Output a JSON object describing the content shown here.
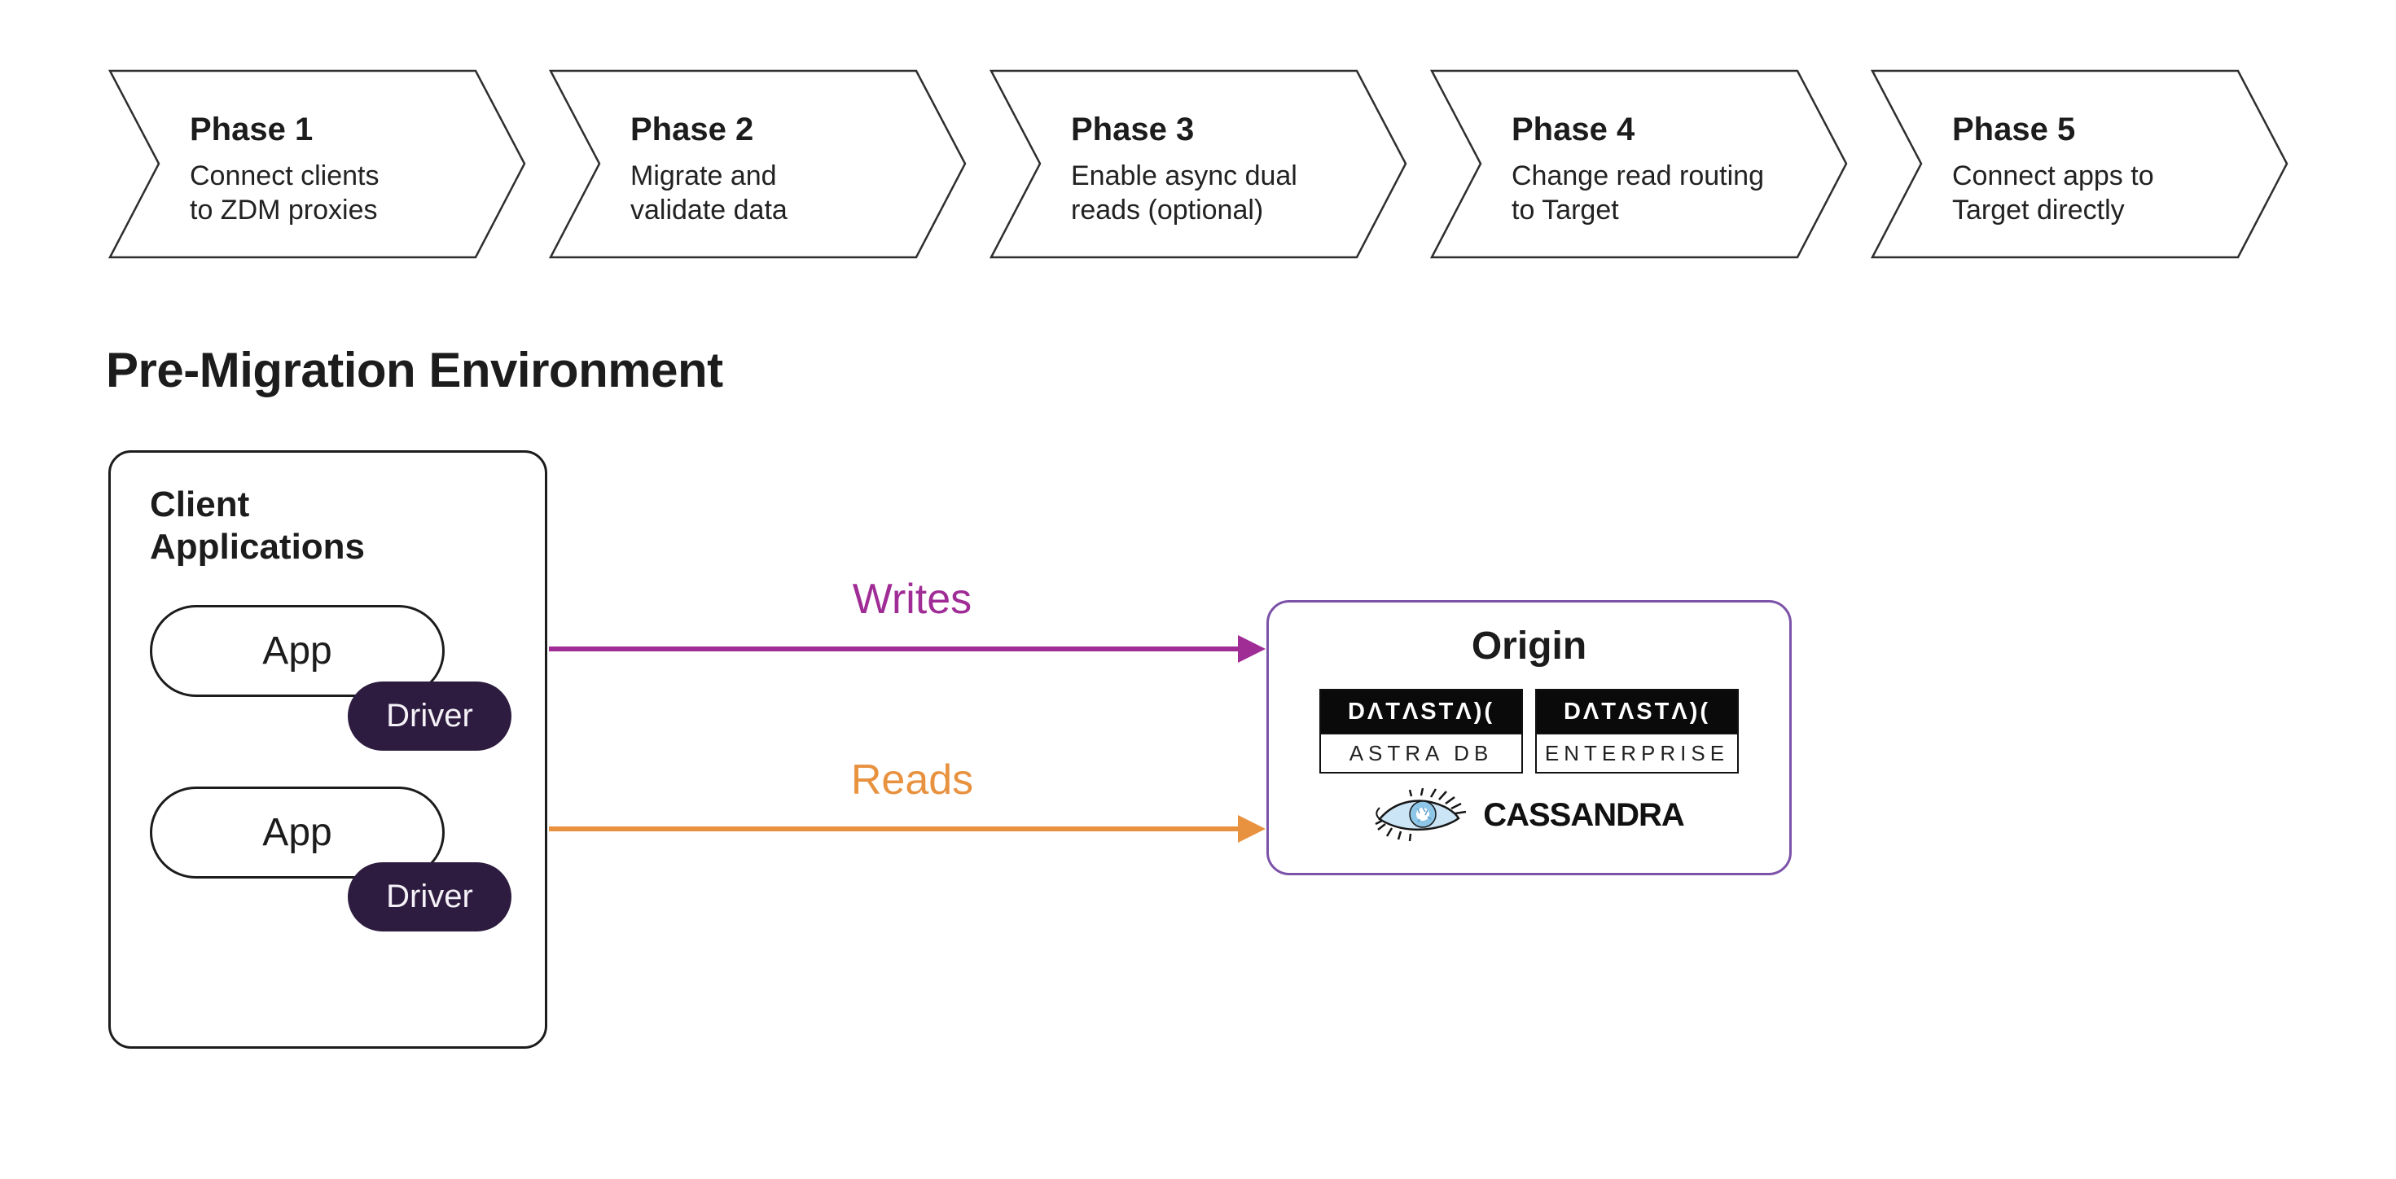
{
  "page": {
    "heading": "Pre-Migration Environment",
    "background": "#ffffff"
  },
  "phases": [
    {
      "title": "Phase 1",
      "lines": [
        "Connect clients",
        "to ZDM proxies"
      ]
    },
    {
      "title": "Phase 2",
      "lines": [
        "Migrate and",
        "validate data"
      ]
    },
    {
      "title": "Phase 3",
      "lines": [
        "Enable async dual",
        "reads (optional)"
      ]
    },
    {
      "title": "Phase 4",
      "lines": [
        "Change read routing",
        "to Target"
      ]
    },
    {
      "title": "Phase 5",
      "lines": [
        "Connect apps to",
        "Target directly"
      ]
    }
  ],
  "client_box": {
    "title_lines": [
      "Client",
      "Applications"
    ],
    "groups": [
      {
        "app_label": "App",
        "driver_label": "Driver"
      },
      {
        "app_label": "App",
        "driver_label": "Driver"
      }
    ]
  },
  "flows": [
    {
      "label": "Writes",
      "color": "#A02C96"
    },
    {
      "label": "Reads",
      "color": "#E8923F"
    }
  ],
  "origin_box": {
    "title": "Origin",
    "products": [
      {
        "brand": "DATASTAX",
        "brand_display": "DΛTΛSTΛ)(",
        "product": "ASTRA DB"
      },
      {
        "brand": "DATASTAX",
        "brand_display": "DΛTΛSTΛ)(",
        "product": "ENTERPRISE"
      }
    ],
    "cassandra_label": "CASSANDRA"
  },
  "colors": {
    "ink": "#1c1c1c",
    "writes_arrow": "#A02C96",
    "reads_arrow": "#E8923F",
    "driver_pill": "#2D1C3F",
    "origin_border": "#7C52A8",
    "cassandra_blue": "#8EC6E8"
  }
}
